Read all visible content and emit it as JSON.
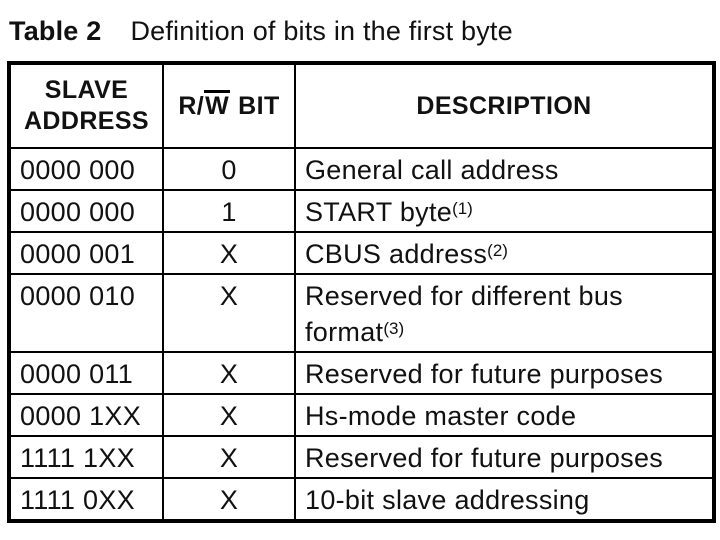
{
  "title": {
    "label": "Table 2",
    "text": "Definition of bits in the first byte"
  },
  "table": {
    "headers": [
      {
        "id": "slave-address",
        "lines": [
          "SLAVE",
          "ADDRESS"
        ]
      },
      {
        "id": "rw-bit",
        "pre": "R/",
        "overline": "W",
        "post": "BIT"
      },
      {
        "id": "description",
        "label": "DESCRIPTION"
      }
    ],
    "rows": [
      {
        "address": "0000 000",
        "rw": "0",
        "description": "General call address",
        "sup": ""
      },
      {
        "address": "0000 000",
        "rw": "1",
        "description": "START byte",
        "sup": "(1)"
      },
      {
        "address": "0000 001",
        "rw": "X",
        "description": "CBUS address",
        "sup": "(2)"
      },
      {
        "address": "0000 010",
        "rw": "X",
        "description": "Reserved for different bus format",
        "sup": "(3)"
      },
      {
        "address": "0000 011",
        "rw": "X",
        "description": "Reserved for future purposes",
        "sup": ""
      },
      {
        "address": "0000 1XX",
        "rw": "X",
        "description": "Hs-mode master code",
        "sup": ""
      },
      {
        "address": "1111 1XX",
        "rw": "X",
        "description": "Reserved for future purposes",
        "sup": ""
      },
      {
        "address": "1111 0XX",
        "rw": "X",
        "description": "10-bit slave addressing",
        "sup": ""
      }
    ]
  },
  "colors": {
    "text": "#111111",
    "border": "#000000",
    "background": "#ffffff"
  }
}
